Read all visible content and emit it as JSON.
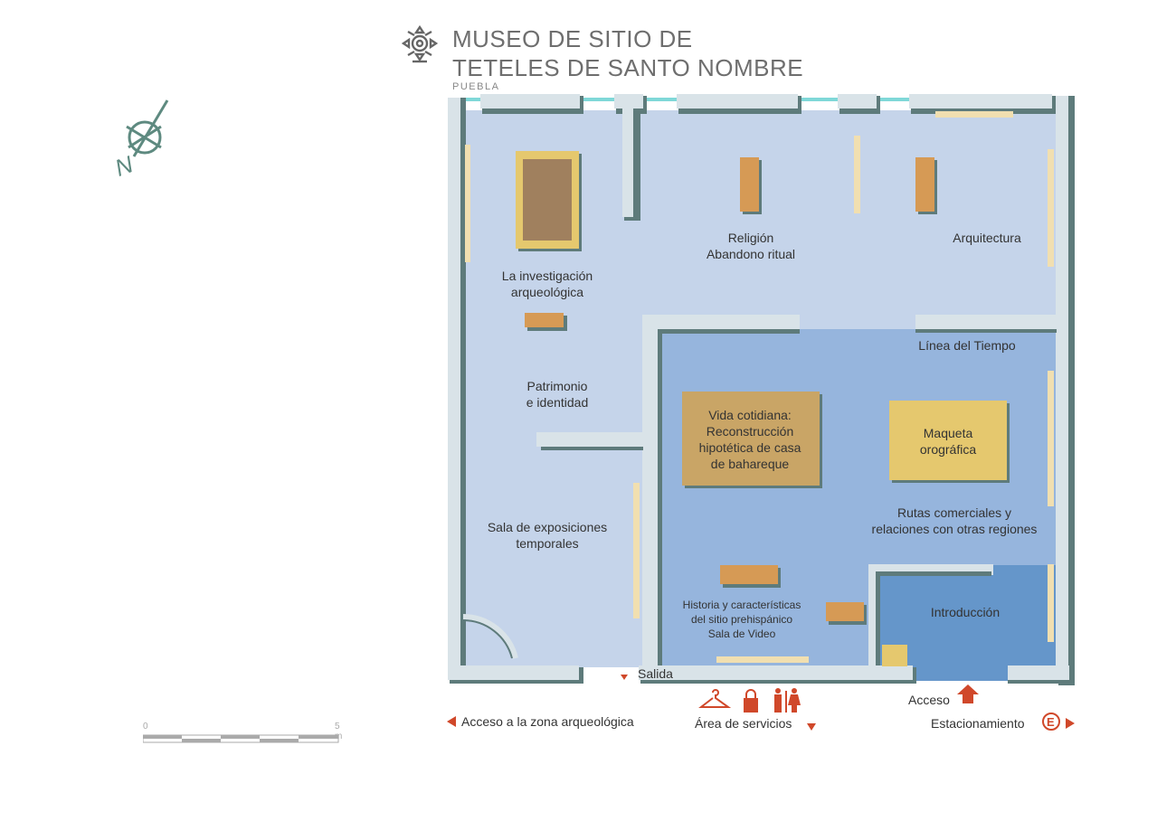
{
  "header": {
    "title_line1": "MUSEO DE SITIO DE",
    "title_line2": "TETELES DE SANTO NOMBRE",
    "subtitle": "PUEBLA"
  },
  "compass": {
    "label": "N",
    "icon": "compass-icon"
  },
  "scale": {
    "start": "0",
    "end": "5 m"
  },
  "rooms": {
    "investigacion": [
      "La investigación",
      "arqueológica"
    ],
    "religion": [
      "Religión",
      "Abandono ritual"
    ],
    "arquitectura": "Arquitectura",
    "patrimonio": [
      "Patrimonio",
      "e identidad"
    ],
    "linea_tiempo": "Línea del Tiempo",
    "vida": [
      "Vida cotidiana:",
      "Reconstrucción",
      "hipotética de casa",
      "de bahareque"
    ],
    "maqueta": [
      "Maqueta",
      "orográfica"
    ],
    "rutas": [
      "Rutas comerciales y",
      "relaciones con otras regiones"
    ],
    "temporales": [
      "Sala de exposiciones",
      "temporales"
    ],
    "historia": [
      "Historia y características",
      "del sitio prehispánico",
      "Sala de Video"
    ],
    "introduccion": "Introducción"
  },
  "navigation": {
    "salida": "Salida",
    "acceso": "Acceso",
    "zona": "Acceso a la zona arqueológica",
    "servicios": "Área de servicios",
    "estacionamiento": "Estacionamiento",
    "estacionamiento_badge": "E"
  },
  "colors": {
    "wall": "#d9e3e8",
    "wall_shadow": "#5e7b7b",
    "room_light": "#c5d4ea",
    "room_mid": "#96b5dd",
    "room_dark": "#6596ca",
    "showcase": "#d69a55",
    "panel": "#f1dfb0",
    "accent_red": "#d0482a",
    "glass": "#7fd8d8"
  }
}
